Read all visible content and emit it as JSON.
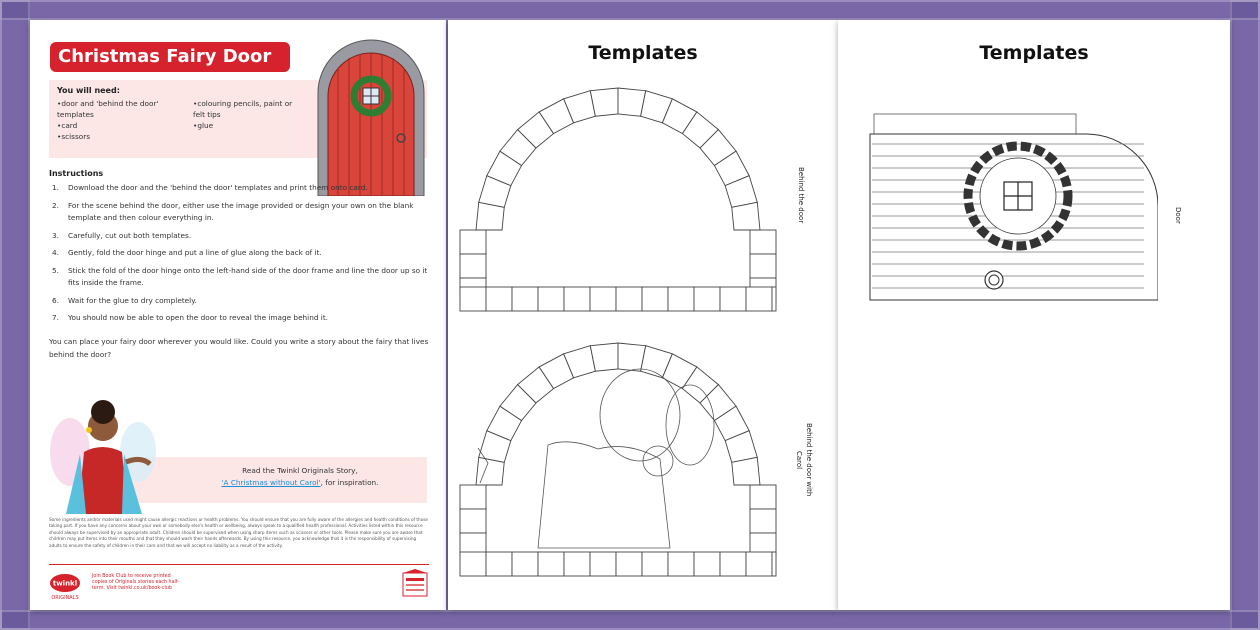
{
  "page1": {
    "title": "Christmas Fairy Door",
    "needs_heading": "You will need:",
    "needs_col1": [
      "door and 'behind the door' templates",
      "card",
      "scissors"
    ],
    "needs_col2": [
      "colouring pencils, paint or felt tips",
      "glue"
    ],
    "instructions_heading": "Instructions",
    "instructions": [
      {
        "num": "1.",
        "text": "Download the door and the 'behind the door' templates and print them onto card."
      },
      {
        "num": "2.",
        "text": "For the scene behind the door, either use the image provided or design your own on the blank template and then colour everything in."
      },
      {
        "num": "3.",
        "text": "Carefully, cut out both templates."
      },
      {
        "num": "4.",
        "text": "Gently, fold the door hinge and put a line of glue along the back of it."
      },
      {
        "num": "5.",
        "text": "Stick the fold of the door hinge onto the left-hand side of the door frame and line the door up so it fits inside the frame."
      },
      {
        "num": "6.",
        "text": "Wait for the glue to dry completely."
      },
      {
        "num": "7.",
        "text": "You should now be able to open the door to reveal the image behind it."
      }
    ],
    "closing": "You can place your fairy door wherever you would like. Could you write a story about the fairy that lives behind the door?",
    "read_line1": "Read the Twinkl Originals Story,",
    "read_link": "'A Christmas without Carol'",
    "read_line2": ", for inspiration.",
    "disclaimer": "Some ingredients and/or materials used might cause allergic reactions or health problems. You should ensure that you are fully aware of the allergies and health conditions of those taking part. If you have any concerns about your own or somebody else's health or wellbeing, always speak to a qualified health professional. Activities listed within this resource should always be supervised by an appropriate adult. Children should be supervised when using sharp items such as scissors or other tools. Please make sure you are aware that children may put items into their mouths and that they should wash their hands afterwards. By using this resource, you acknowledge that it is the responsibility of supervising adults to ensure the safety of children in their care and that we will accept no liability as a result of the activity.",
    "club_text": "Join Book Club to receive printed copies of Originals stories each half-term. Visit twinkl.co.uk/book-club",
    "logo_brand": "twinkl",
    "logo_sub": "ORIGINALS"
  },
  "page2": {
    "title": "Templates",
    "label_top": "Behind the door",
    "label_bottom": "Behind the door with Carol"
  },
  "page3": {
    "title": "Templates",
    "label": "Door"
  },
  "colors": {
    "accent_red": "#d6222c",
    "pink_box": "#fce6e6",
    "door_red": "#d9453a",
    "background": "#8a77b8"
  }
}
